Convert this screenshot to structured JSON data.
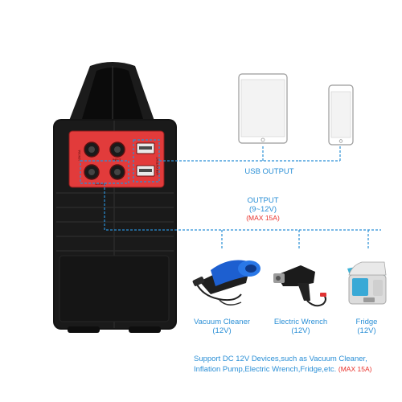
{
  "usb_output_label": "USB OUTPUT",
  "output": {
    "title": "OUTPUT",
    "range": "(9~12V)",
    "max": "(MAX 15A)"
  },
  "devices": [
    {
      "name": "Vacuum Cleaner",
      "voltage": "(12V)",
      "icon": "vacuum-cleaner-icon"
    },
    {
      "name": "Electric Wrench",
      "voltage": "(12V)",
      "icon": "electric-wrench-icon"
    },
    {
      "name": "Fridge",
      "voltage": "(12V)",
      "icon": "car-fridge-icon"
    }
  ],
  "footer": {
    "line1": "Support DC 12V Devices,such as Vacuum Cleaner,",
    "line2": "Inflation Pump,Electric Wrench,Fridge,etc.",
    "max_note": "(MAX 15A)"
  },
  "panel": {
    "port_labels": [
      "12V/10A",
      "INPUT",
      "USB OUTPUT",
      "12V/10A"
    ]
  },
  "colors": {
    "accent_blue": "#2a8fd6",
    "red_note": "#e8302a",
    "panel_red": "#e23b3b",
    "device_body": "#141414"
  }
}
